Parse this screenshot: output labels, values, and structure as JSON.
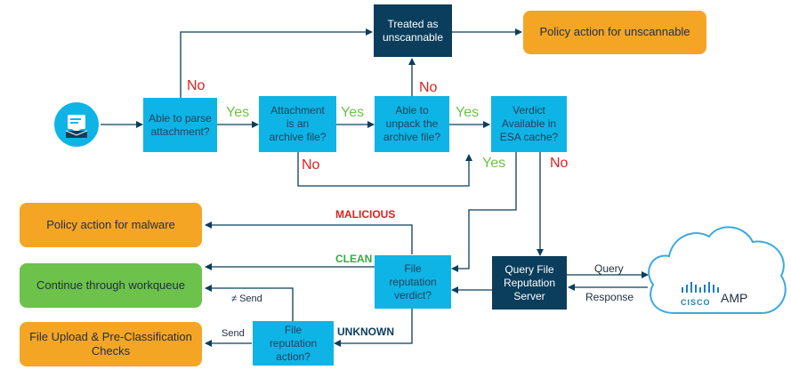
{
  "nodes": {
    "parse": "Able to parse\nattachment?",
    "archive": "Attachment\nis an\narchive file?",
    "unpack": "Able to\nunpack the\narchive file?",
    "verdict_cache": "Verdict\nAvailable in\nESA cache?",
    "unscannable": "Treated as\nunscannable",
    "policy_unscannable": "Policy action for unscannable",
    "policy_malware": "Policy action for malware",
    "continue": "Continue through workqueue",
    "upload": "File Upload & Pre-Classification\nChecks",
    "rep_verdict": "File\nreputation\nverdict?",
    "rep_action": "File\nreputation\naction?",
    "query_server": "Query File\nReputation\nServer",
    "amp_brand": "CISCO",
    "amp_text": "AMP"
  },
  "labels": {
    "no_parse": "No",
    "yes_parse": "Yes",
    "yes_archive": "Yes",
    "no_archive": "No",
    "no_unpack": "No",
    "yes_unpack": "Yes",
    "yes_cache": "Yes",
    "no_cache": "No",
    "malicious": "MALICIOUS",
    "clean": "CLEAN",
    "unknown": "UNKNOWN",
    "send": "Send",
    "not_send": "≠ Send",
    "query": "Query",
    "response": "Response"
  },
  "colors": {
    "cyan": "#0fb4e6",
    "navy": "#0b3d5c",
    "orange": "#f5a524",
    "green": "#6cc24a",
    "red": "#e02020",
    "arrow": "#0b3d5c"
  }
}
